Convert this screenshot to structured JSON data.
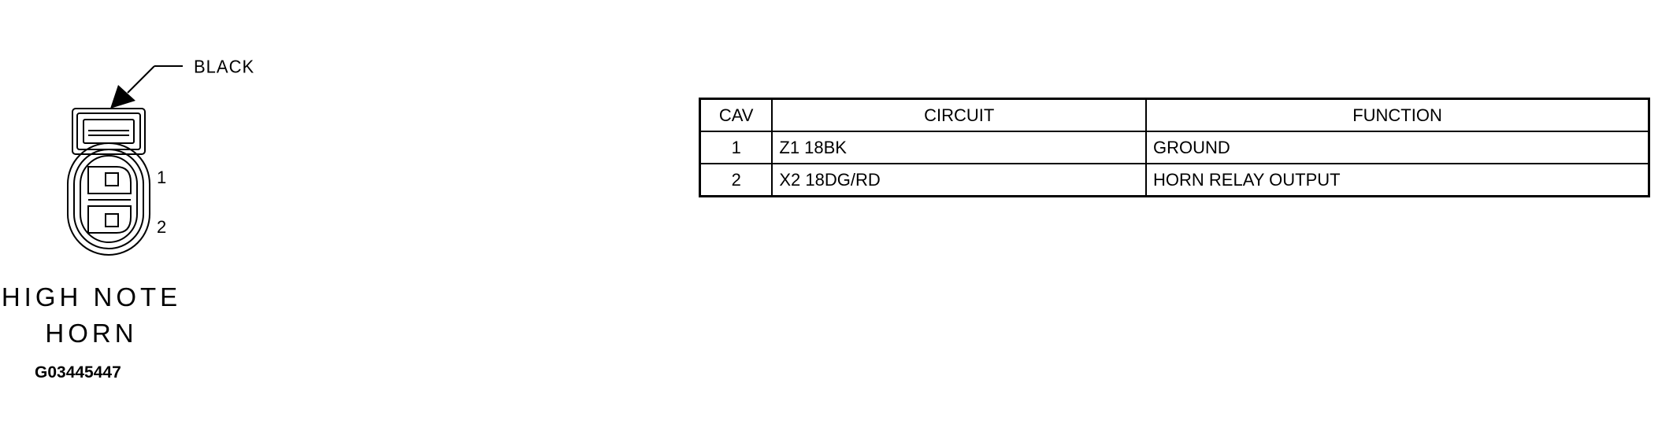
{
  "connector": {
    "color_label": "BLACK",
    "pin_labels": [
      "1",
      "2"
    ],
    "title_lines": [
      "HIGH NOTE",
      "HORN"
    ],
    "figure_id": "G03445447"
  },
  "table": {
    "headers": [
      "CAV",
      "CIRCUIT",
      "FUNCTION"
    ],
    "rows": [
      {
        "cav": "1",
        "circuit": "Z1 18BK",
        "function": "GROUND"
      },
      {
        "cav": "2",
        "circuit": "X2 18DG/RD",
        "function": "HORN RELAY OUTPUT"
      }
    ]
  }
}
